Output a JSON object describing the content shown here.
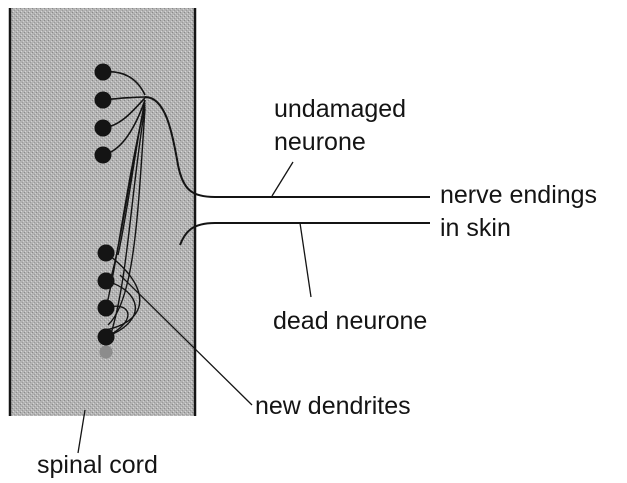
{
  "labels": {
    "undamaged_line1": "undamaged",
    "undamaged_line2": "neurone",
    "nerve_line1": "nerve endings",
    "nerve_line2": "in skin",
    "dead": "dead neurone",
    "new_dendrites": "new dendrites",
    "spinal_cord": "spinal cord"
  },
  "colors": {
    "cord_fill": "#b9b9b9",
    "ink": "#141414",
    "dead_cell": "#8c8c8c"
  }
}
